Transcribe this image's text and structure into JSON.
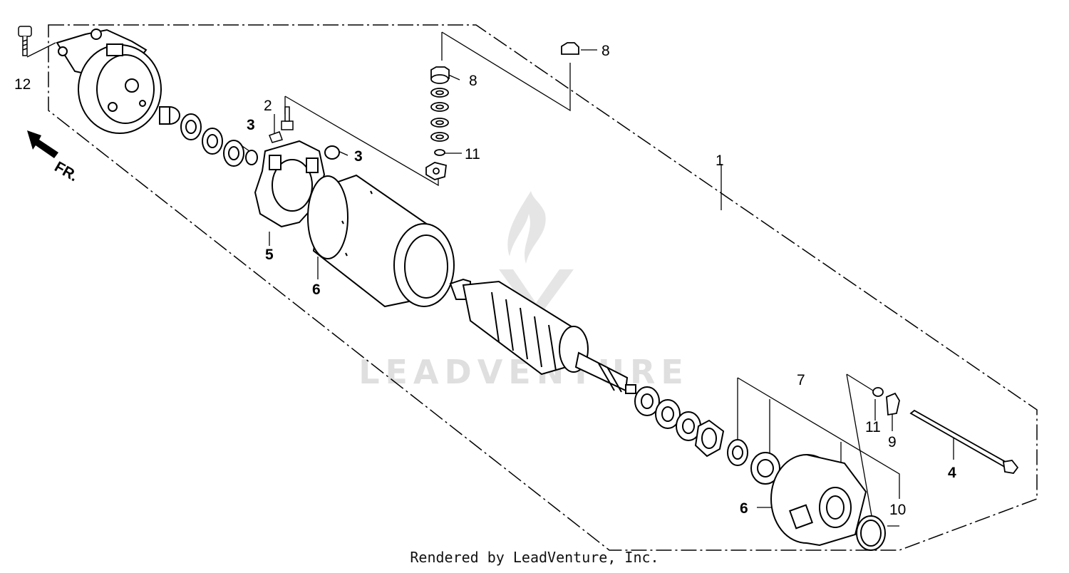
{
  "callouts": [
    {
      "id": "c12",
      "text": "12",
      "bold": false
    },
    {
      "id": "c3a",
      "text": "3",
      "bold": true
    },
    {
      "id": "c2",
      "text": "2",
      "bold": false
    },
    {
      "id": "c3b",
      "text": "3",
      "bold": true
    },
    {
      "id": "c5",
      "text": "5",
      "bold": true
    },
    {
      "id": "c6a",
      "text": "6",
      "bold": true
    },
    {
      "id": "c8a",
      "text": "8",
      "bold": false
    },
    {
      "id": "c8b",
      "text": "8",
      "bold": false
    },
    {
      "id": "c11a",
      "text": "11",
      "bold": false
    },
    {
      "id": "c1",
      "text": "1",
      "bold": false
    },
    {
      "id": "c7",
      "text": "7",
      "bold": false
    },
    {
      "id": "c11b",
      "text": "11",
      "bold": false
    },
    {
      "id": "c9",
      "text": "9",
      "bold": false
    },
    {
      "id": "c4",
      "text": "4",
      "bold": true
    },
    {
      "id": "c10",
      "text": "10",
      "bold": false
    },
    {
      "id": "c6b",
      "text": "6",
      "bold": true
    }
  ],
  "front_marker": "FR.",
  "watermark": "LEADVENTURE",
  "footer": "Rendered by LeadVenture, Inc."
}
